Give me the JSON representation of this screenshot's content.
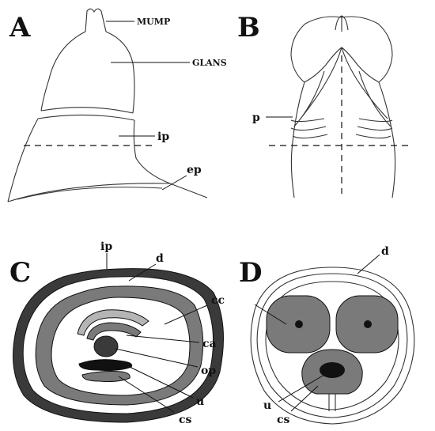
{
  "panels": {
    "a": {
      "letter": "A",
      "labels": {
        "mump": "MUMP",
        "glans": "GLANS",
        "ip": "ip",
        "ep": "ep"
      }
    },
    "b": {
      "letter": "B",
      "labels": {
        "p": "p"
      }
    },
    "c": {
      "letter": "C",
      "labels": {
        "ip": "ip",
        "d": "d",
        "cc": "cc",
        "ca": "ca",
        "op": "op",
        "u": "u",
        "cs": "cs"
      }
    },
    "d": {
      "letter": "D",
      "labels": {
        "d": "d",
        "u": "u",
        "cs": "cs"
      }
    }
  },
  "colors": {
    "ink": "#111111",
    "gray_tissue": "#7a7a7a",
    "light_gray": "#b5b5b5",
    "dark_band": "#3a3a3a"
  }
}
